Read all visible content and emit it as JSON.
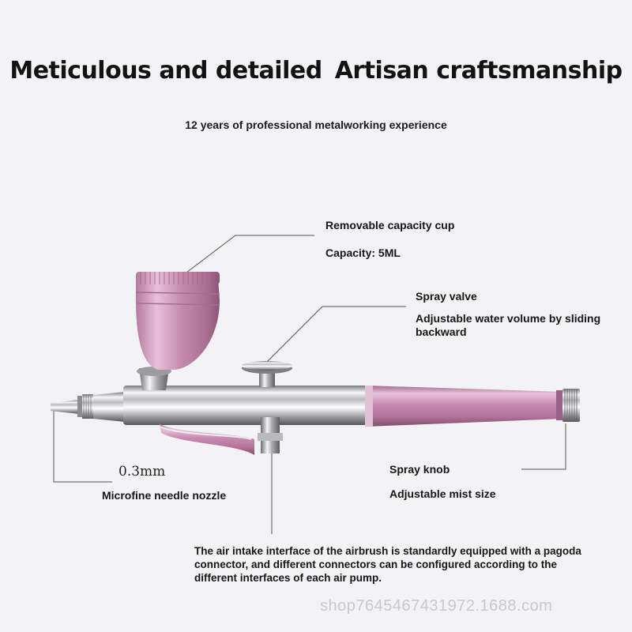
{
  "title": {
    "part1": "Meticulous and detailed",
    "part2": "Artisan craftsmanship"
  },
  "subtitle": "12 years of professional metalworking experience",
  "callouts": {
    "cup_title": "Removable capacity cup",
    "cup_capacity": "Capacity: 5ML",
    "valve_title": "Spray valve",
    "valve_desc": "Adjustable water volume by sliding backward",
    "nozzle_size": "0.3mm",
    "nozzle_title": "Microfine needle nozzle",
    "knob_title": "Spray knob",
    "knob_desc": "Adjustable mist size"
  },
  "description": "The air intake interface of the airbrush is standardly equipped with a pagoda connector, and different connectors can be configured according to the different interfaces of each air pump.",
  "watermark": "shop7645467431972.1688.com",
  "colors": {
    "background": "#f3f2f4",
    "pink_body": "#c98bb3",
    "chrome": "#c8c8cc"
  }
}
